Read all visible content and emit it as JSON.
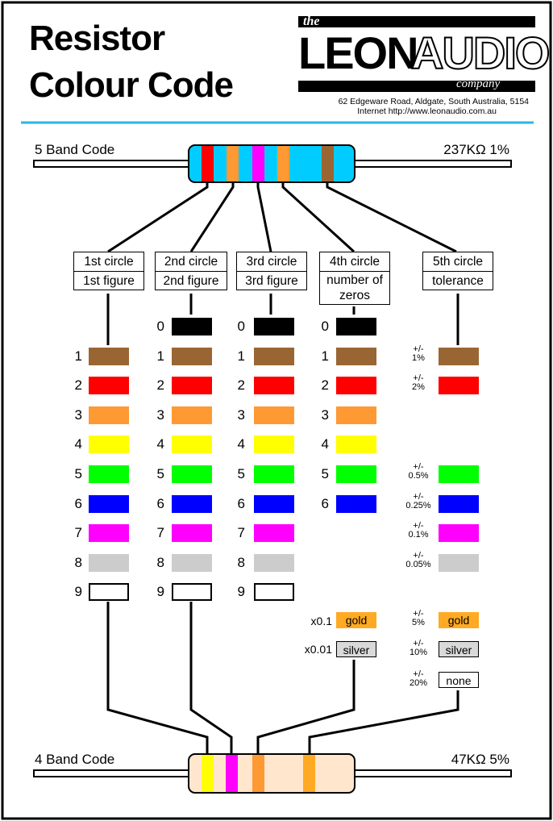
{
  "title": {
    "line1": "Resistor",
    "line2": "Colour Code"
  },
  "logo": {
    "the": "the",
    "leon": "LEON",
    "audio": "AUDIO",
    "company": "company"
  },
  "address": {
    "line1": "62 Edgeware Road, Aldgate, South Australia, 5154",
    "line2": "Internet  http://www.leonaudio.com.au"
  },
  "five_band": {
    "label": "5 Band Code",
    "value": "237KΩ  1%",
    "bands": [
      "#ff0000",
      "#ff9933",
      "#ff00ff",
      "#ff9933",
      "#996633"
    ]
  },
  "four_band": {
    "label": "4 Band Code",
    "value": "47KΩ  5%",
    "bands": [
      "#ffff00",
      "#ff00ff",
      "#ff9933",
      "#ffaa22"
    ]
  },
  "headers": [
    {
      "a": "1st circle",
      "b": "1st figure"
    },
    {
      "a": "2nd circle",
      "b": "2nd figure"
    },
    {
      "a": "3rd circle",
      "b": "3rd figure"
    },
    {
      "a": "4th circle",
      "b": "number of zeros"
    },
    {
      "a": "5th circle",
      "b": "tolerance"
    }
  ],
  "colors": {
    "0": "#000000",
    "1": "#996633",
    "2": "#ff0000",
    "3": "#ff9933",
    "4": "#ffff00",
    "5": "#00ff00",
    "6": "#0000ff",
    "7": "#ff00ff",
    "8": "#cccccc",
    "9": "#ffffff"
  },
  "digits": [
    "0",
    "1",
    "2",
    "3",
    "4",
    "5",
    "6",
    "7",
    "8",
    "9"
  ],
  "multipliers": {
    "gold": "x0.1",
    "silver": "x0.01"
  },
  "tolerances": {
    "brown": "+/-\n1%",
    "red": "+/-\n2%",
    "green": "+/-\n0.5%",
    "blue": "+/-\n0.25%",
    "violet": "+/-\n0.1%",
    "grey": "+/-\n0.05%",
    "gold": "+/-\n5%",
    "silver": "+/-\n10%",
    "none": "+/-\n20%"
  },
  "tags": {
    "gold": "gold",
    "silver": "silver",
    "none": "none"
  }
}
